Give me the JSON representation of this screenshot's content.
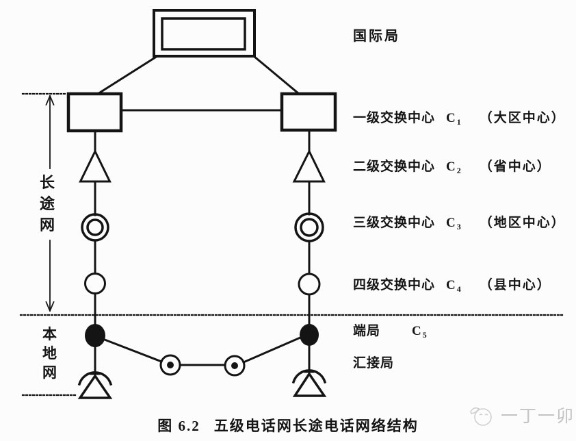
{
  "figure": {
    "caption_number": "图 6.2",
    "caption_title": "五级电话网长途电话网络结构",
    "watermark_text": "一丁一卯",
    "watermark_icon": "phone-doodle-icon"
  },
  "side_labels": {
    "long_distance_network": {
      "chars": [
        "长",
        "途",
        "网"
      ]
    },
    "local_network": {
      "chars": [
        "本",
        "地",
        "网"
      ]
    }
  },
  "labels": {
    "international_office": "国际局",
    "levels": [
      {
        "name": "一级交换中心",
        "symbol": "C",
        "sub": "1",
        "paren": "（大区中心）"
      },
      {
        "name": "二级交换中心",
        "symbol": "C",
        "sub": "2",
        "paren": "（省中心）"
      },
      {
        "name": "三级交换中心",
        "symbol": "C",
        "sub": "3",
        "paren": "（地区中心）"
      },
      {
        "name": "四级交换中心",
        "symbol": "C",
        "sub": "4",
        "paren": "（县中心）"
      },
      {
        "name": "端局",
        "symbol": "C",
        "sub": "5",
        "paren": ""
      },
      {
        "name": "汇接局",
        "symbol": "",
        "sub": "",
        "paren": ""
      }
    ]
  },
  "diagram_nodes": {
    "international_office": "double-rectangle",
    "c1_center": "rectangle",
    "c2_center": "triangle",
    "c3_center": "double-circle",
    "c4_center": "circle",
    "c5_end_office": "filled-circle",
    "tandem_office": "dotted-circle",
    "subscriber_phone": "phone-symbol"
  },
  "colors": {
    "ink": "#141414",
    "background": "#fcfcfc",
    "watermark": "#c3c3c3"
  }
}
